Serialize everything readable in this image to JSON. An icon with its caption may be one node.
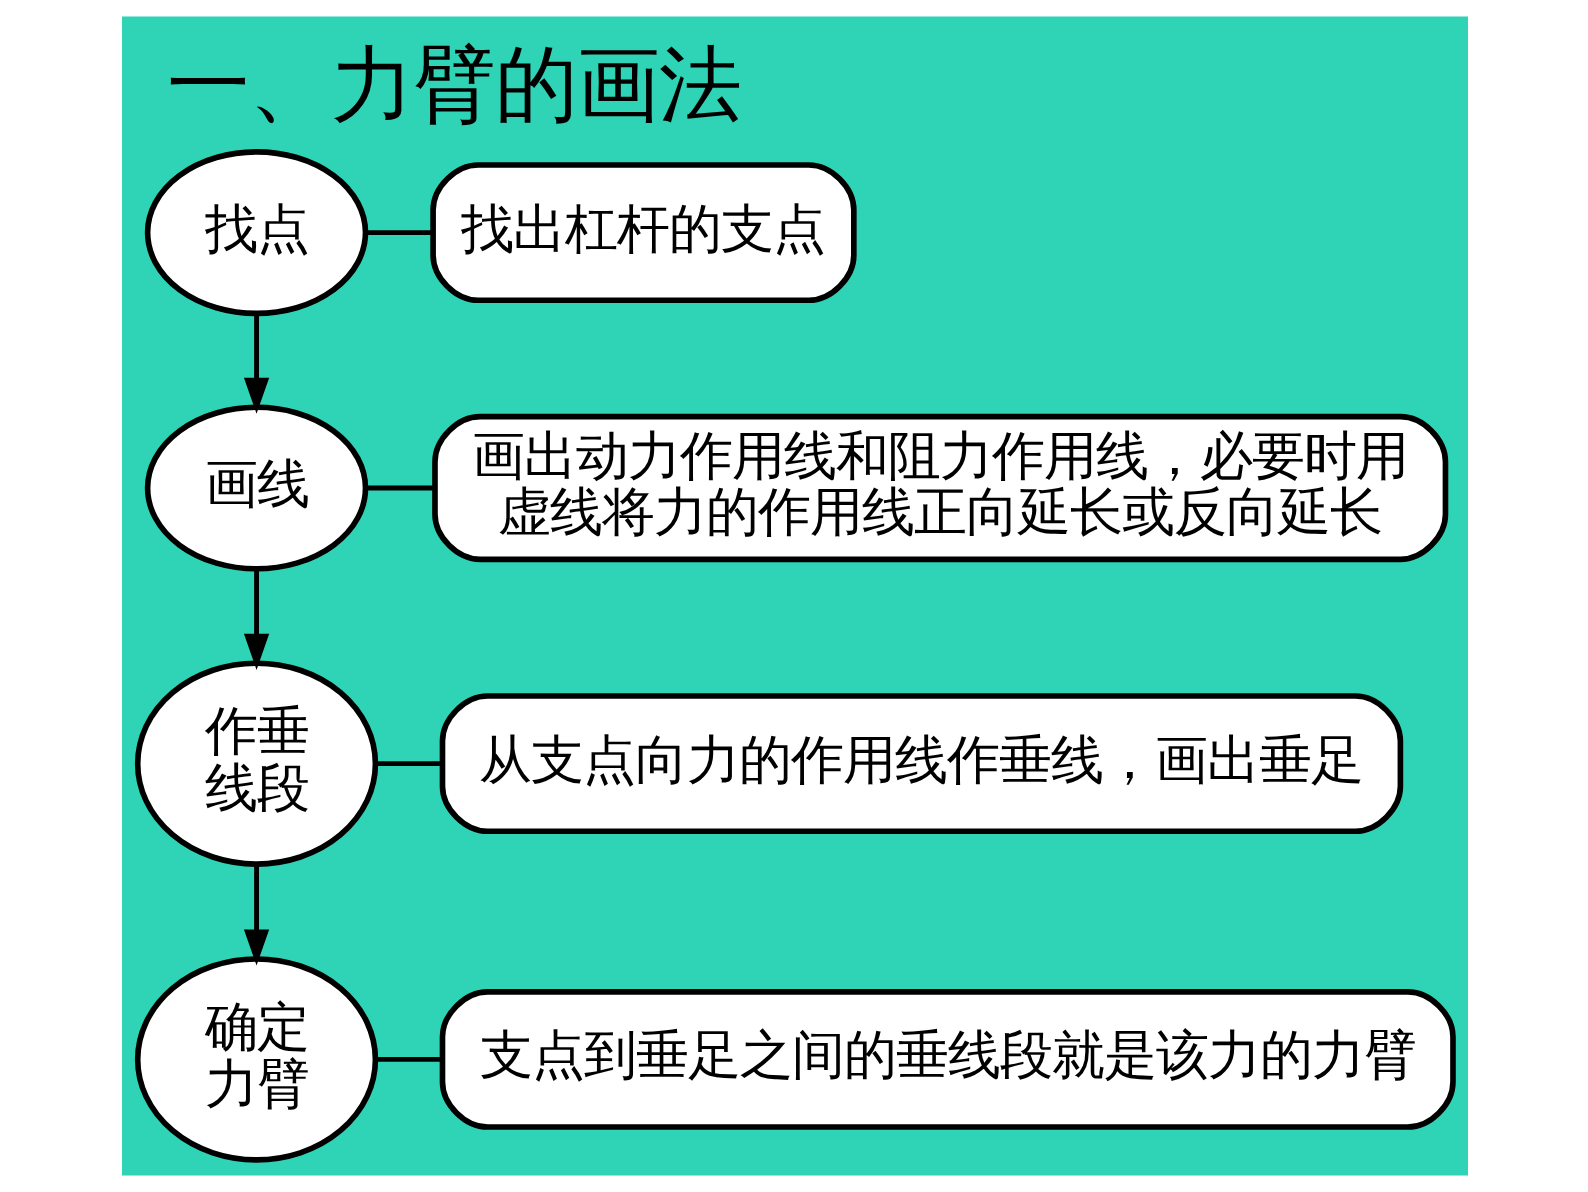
{
  "diagram": {
    "title": "一、力臂的画法",
    "nodes": [
      {
        "text": [
          "找点"
        ]
      },
      {
        "text": [
          "找出杠杆的支点"
        ]
      },
      {
        "text": [
          "画线"
        ]
      },
      {
        "text": [
          "画出动力作用线和阻力作用线，必要时用虚线将力的作用线正向延长或反向延长"
        ]
      },
      {
        "text": [
          "作垂线段"
        ]
      },
      {
        "text": [
          "从支点向力的作用线作垂线，画出垂足"
        ]
      },
      {
        "text": [
          "确定力臂"
        ]
      },
      {
        "text": [
          "支点到垂足之间的垂线段就是该力的力臂"
        ]
      }
    ],
    "edges": [
      {
        "from": 0,
        "to": 1,
        "arrow": "none"
      },
      {
        "from": 0,
        "to": 2,
        "arrow": "to"
      },
      {
        "from": 2,
        "to": 3,
        "arrow": "none"
      },
      {
        "from": 2,
        "to": 4,
        "arrow": "to"
      },
      {
        "from": 4,
        "to": 5,
        "arrow": "none"
      },
      {
        "from": 4,
        "to": 6,
        "arrow": "to"
      },
      {
        "from": 6,
        "to": 7,
        "arrow": "none"
      }
    ]
  }
}
